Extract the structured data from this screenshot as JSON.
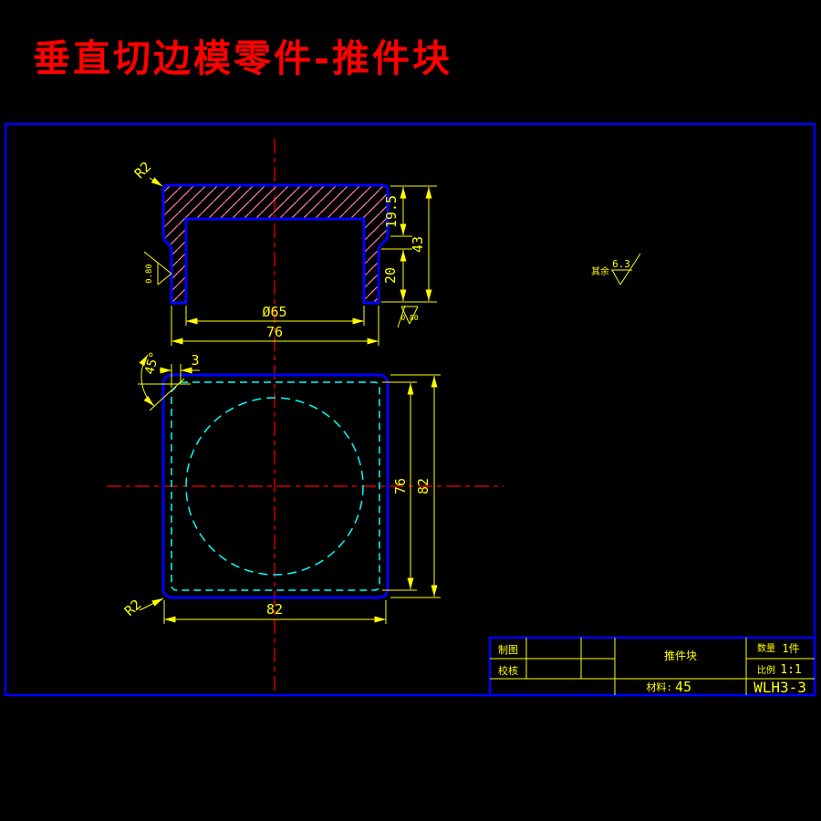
{
  "title": "垂直切边模零件-推件块",
  "section_view": {
    "radius_label": "R2",
    "dim_depth_top": "19.5",
    "dim_height_total": "43",
    "dim_height_lower": "20",
    "dim_inner_diameter": "Ø65",
    "dim_width_bottom": "76",
    "roughness_left": "0.80",
    "roughness_bottom": "0.80"
  },
  "plan_view": {
    "chamfer_angle": "45°",
    "chamfer_length": "3",
    "dim_inner_width": "76",
    "dim_outer_height": "82",
    "dim_outer_width": "82",
    "radius_label": "R2"
  },
  "general_roughness": {
    "prefix": "其余",
    "value": "6.3"
  },
  "title_block": {
    "drafter_label": "制图",
    "checker_label": "校核",
    "part_name": "推件块",
    "material_label": "材料:",
    "material_value": "45",
    "qty_label": "数量",
    "qty_value": "1件",
    "scale_label": "比例",
    "scale_value": "1:1",
    "drawing_no": "WLH3-3"
  },
  "colors": {
    "outline": "#0000ff",
    "dimension": "#ffff00",
    "centerline": "#ff0000",
    "hidden_line": "#00ffff",
    "hatch": "#ff7da6",
    "title_text": "#ff0000",
    "background": "#000000"
  }
}
